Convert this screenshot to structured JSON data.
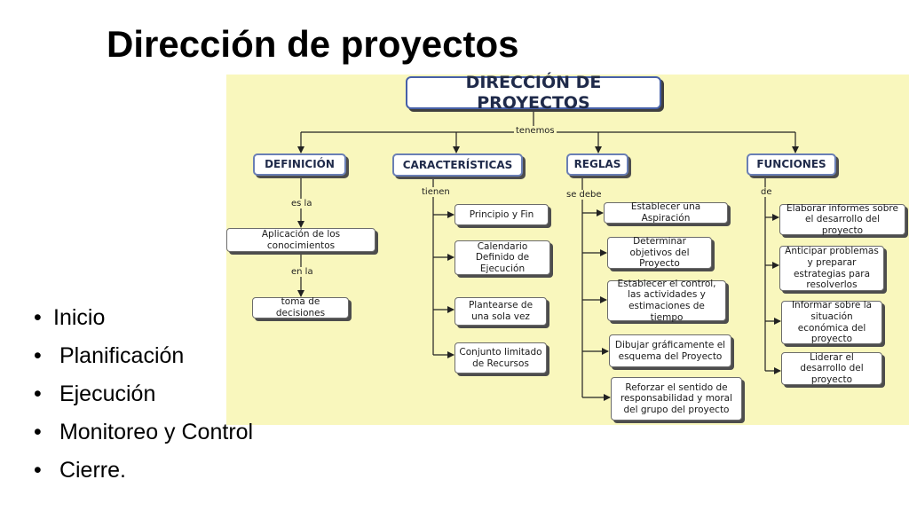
{
  "slide": {
    "title": "Dirección de proyectos",
    "bullets": [
      "Inicio",
      " Planificación",
      " Ejecución",
      " Monitoreo y Control",
      " Cierre."
    ]
  },
  "concept_map": {
    "root": "DIRECCIÓN DE PROYECTOS",
    "root_link": "tenemos",
    "definicion": {
      "title": "DEFINICIÓN",
      "link_1": "es la",
      "node_1": "Aplicación de los conocimientos",
      "link_2": "en la",
      "node_2": "toma de decisiones"
    },
    "caracteristicas": {
      "title": "CARACTERÍSTICAS",
      "link": "tienen",
      "items": [
        "Principio y Fin",
        "Calendario Definido de Ejecución",
        "Plantearse de una sola vez",
        "Conjunto limitado de Recursos"
      ]
    },
    "reglas": {
      "title": "REGLAS",
      "link": "se debe",
      "items": [
        "Establecer una Aspiración",
        "Determinar objetivos del Proyecto",
        "Establecer el control, las actividades y estimaciones de tiempo",
        "Dibujar gráficamente el esquema del Proyecto",
        "Reforzar el sentido de responsabilidad y moral del grupo del proyecto"
      ]
    },
    "funciones": {
      "title": "FUNCIONES",
      "link": "de",
      "items": [
        "Elaborar informes sobre el desarrollo del proyecto",
        "Anticipar problemas y preparar estrategias para resolverlos",
        "Informar sobre la situación económica del proyecto",
        "Liderar el desarrollo del proyecto"
      ]
    }
  }
}
